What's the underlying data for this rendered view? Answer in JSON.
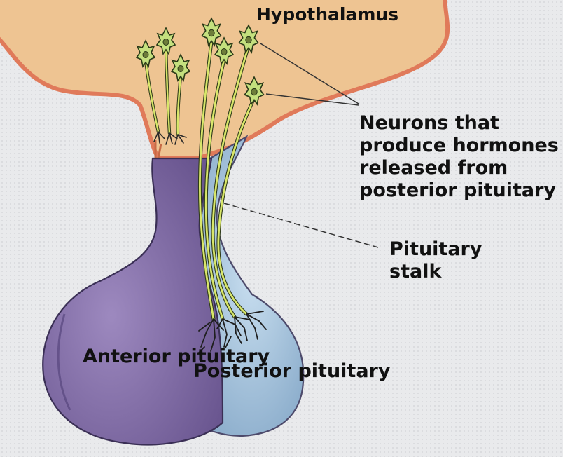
{
  "labels": {
    "hypothalamus": "Hypothalamus",
    "neurons": "Neurons that produce hormones released from posterior pituitary",
    "stalk": "Pituitary stalk",
    "anterior": "Anterior pituitary",
    "posterior": "Posterior pituitary"
  },
  "colors": {
    "hypothalamus_fill": "#eec492",
    "hypothalamus_edge": "#e07a5a",
    "anterior_fill": "#8a75ad",
    "posterior_fill": "#a9c6dd",
    "neuron_fill": "#c4e07e",
    "axon": "#d8e66a",
    "leader_line": "#333333"
  }
}
